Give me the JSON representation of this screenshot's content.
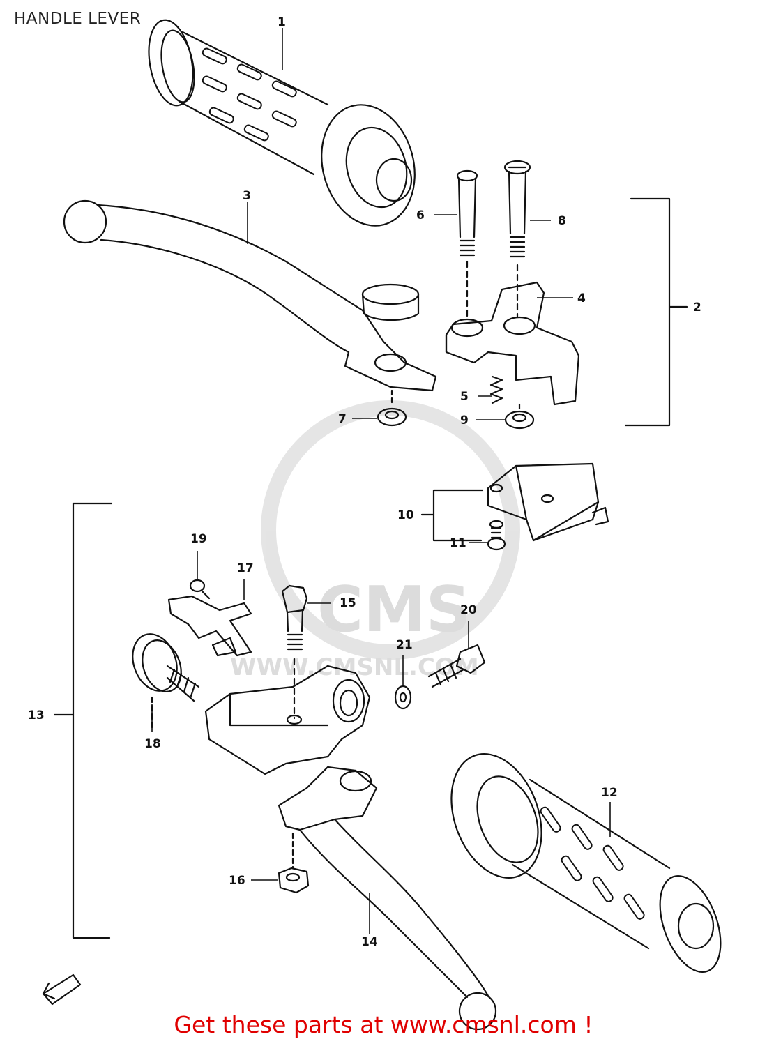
{
  "title": "HANDLE LEVER",
  "watermark": {
    "brand": "CMS",
    "url": "WWW.CMSNL.COM"
  },
  "footer": "Get these parts at www.cmsnl.com !",
  "callouts": {
    "c1": "1",
    "c2": "2",
    "c3": "3",
    "c4": "4",
    "c5": "5",
    "c6": "6",
    "c7": "7",
    "c8": "8",
    "c9": "9",
    "c10": "10",
    "c11": "11",
    "c12": "12",
    "c13": "13",
    "c14": "14",
    "c15": "15",
    "c16": "16",
    "c17": "17",
    "c18": "18",
    "c19": "19",
    "c20": "20",
    "c21": "21"
  },
  "colors": {
    "line": "#111111",
    "footer": "#e00000",
    "watermark": "#d9d9d9"
  }
}
